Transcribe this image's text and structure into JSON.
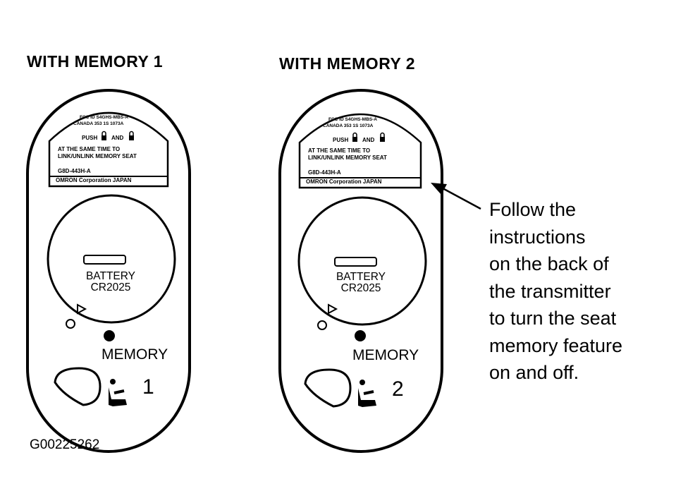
{
  "headings": {
    "memory1": "WITH MEMORY 1",
    "memory2": "WITH MEMORY 2"
  },
  "remotes": [
    {
      "plate": {
        "fcc_line": "FCC ID  S4GHS-MBS-A",
        "canada_line": "CANADA 353 1S  1073A",
        "push_line_a": "PUSH",
        "push_line_b": "AND",
        "same_time": "AT  THE  SAME  TIME  TO",
        "link_line": "LINK/UNLINK  MEMORY SEAT",
        "part_no": "G8D-443H-A",
        "maker": "OMRON  Corporation  JAPAN"
      },
      "battery_label": "BATTERY",
      "battery_type": "CR2025",
      "memory_label": "MEMORY",
      "number": "1"
    },
    {
      "plate": {
        "fcc_line": "FCC ID  S4GHS-MBS-A",
        "canada_line": "CANADA 353 1S  1073A",
        "push_line_a": "PUSH",
        "push_line_b": "AND",
        "same_time": "AT  THE  SAME  TIME  TO",
        "link_line": "LINK/UNLINK  MEMORY SEAT",
        "part_no": "G8D-443H-A",
        "maker": "OMRON  Corporation  JAPAN"
      },
      "battery_label": "BATTERY",
      "battery_type": "CR2025",
      "memory_label": "MEMORY",
      "number": "2"
    }
  ],
  "callout": {
    "lines": [
      "Follow the",
      "instructions",
      "on the back of",
      "the transmitter",
      "to turn the seat",
      "memory feature",
      "on and off."
    ]
  },
  "figure_code": "G00225262",
  "icons": [
    "padlock-icon",
    "seat-icon",
    "arrow-pointer-icon",
    "triangle-marker-icon"
  ],
  "colors": {
    "ink": "#000000",
    "paper": "#ffffff"
  }
}
